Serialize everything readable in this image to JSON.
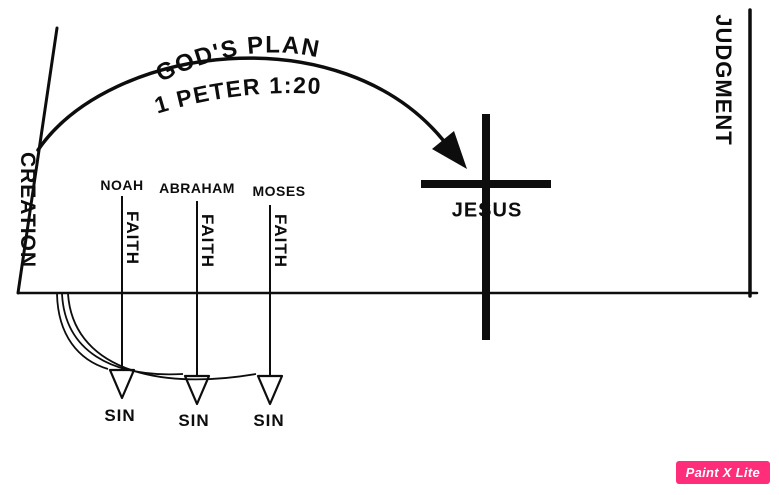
{
  "diagram": {
    "arc": {
      "line1": "GOD'S PLAN",
      "line2": "1 PETER 1:20"
    },
    "left_axis": "CREATION",
    "right_axis": "JUDGMENT",
    "cross_label": "JESUS",
    "patriarchs": [
      {
        "name": "NOAH",
        "bridge": "FAITH",
        "sin": "SIN"
      },
      {
        "name": "ABRAHAM",
        "bridge": "FAITH",
        "sin": "SIN"
      },
      {
        "name": "MOSES",
        "bridge": "FAITH",
        "sin": "SIN"
      }
    ],
    "watermark": "Paint X Lite",
    "colors": {
      "ink": "#0d0d0d",
      "watermark_bg": "#ff2d7a",
      "watermark_text": "#ffffff"
    }
  }
}
